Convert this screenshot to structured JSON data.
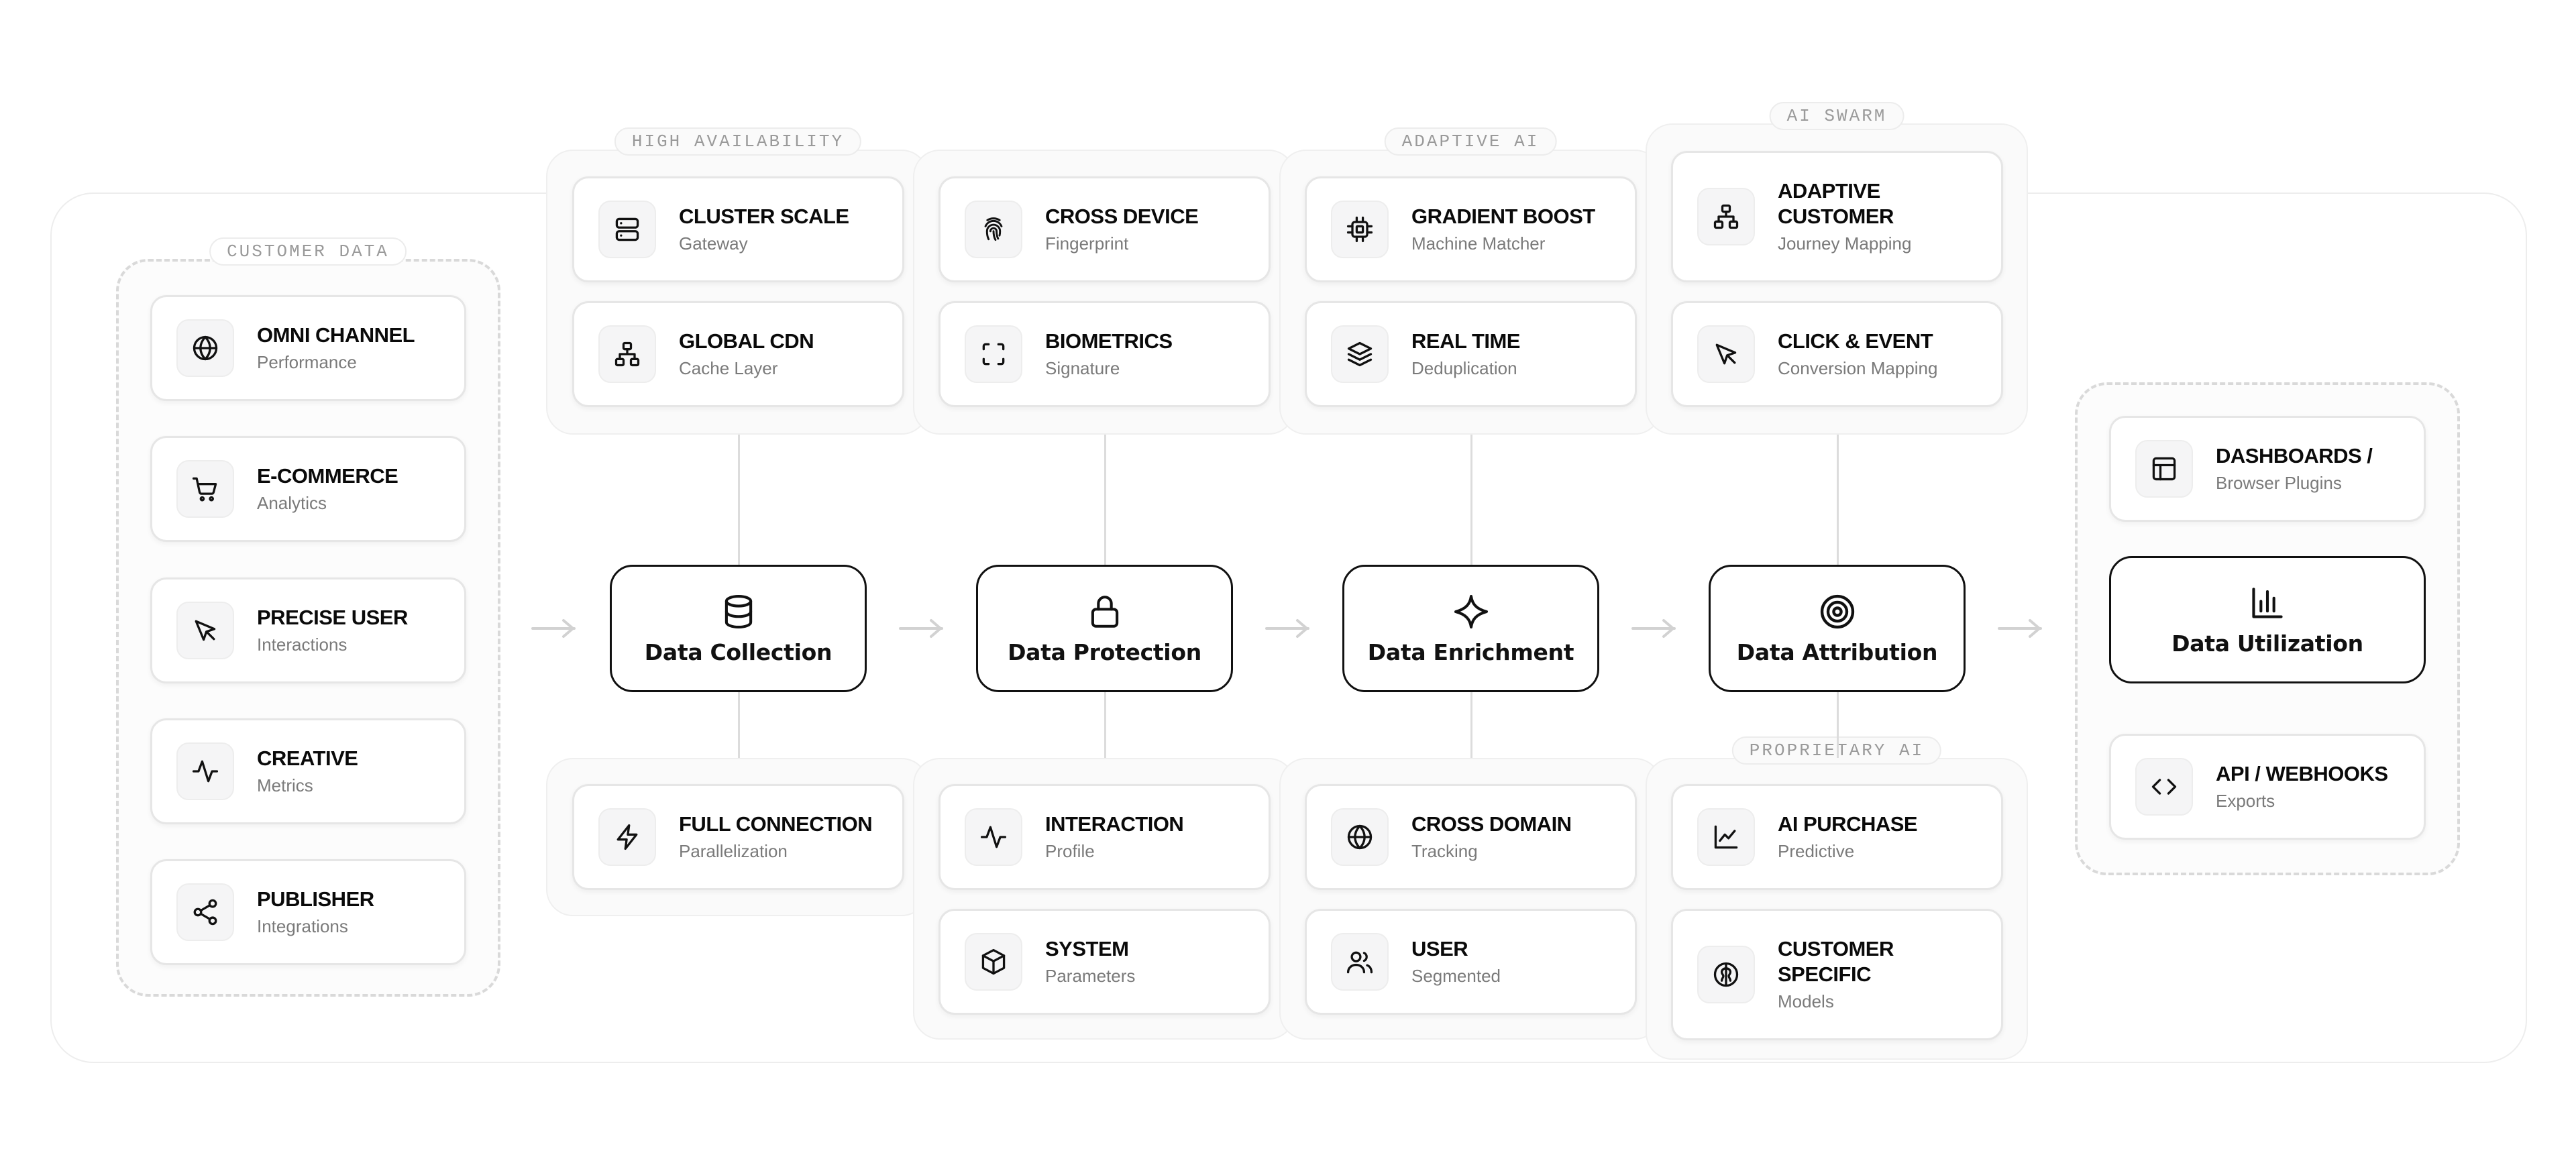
{
  "groups": {
    "customer_data": "CUSTOMER DATA",
    "high_availability": "HIGH AVAILABILITY",
    "adaptive_ai": "ADAPTIVE AI",
    "ai_swarm": "AI SWARM",
    "proprietary_ai": "PROPRIETARY AI"
  },
  "sources": [
    {
      "title": "OMNI CHANNEL",
      "sub": "Performance",
      "icon": "globe-icon"
    },
    {
      "title": "E-COMMERCE",
      "sub": "Analytics",
      "icon": "shopping-cart-icon"
    },
    {
      "title": "PRECISE USER",
      "sub": "Interactions",
      "icon": "cursor-pointer-icon"
    },
    {
      "title": "CREATIVE",
      "sub": "Metrics",
      "icon": "activity-pulse-icon"
    },
    {
      "title": "PUBLISHER",
      "sub": "Integrations",
      "icon": "share-icon"
    }
  ],
  "stages": [
    {
      "label": "Data Collection",
      "icon": "database-icon"
    },
    {
      "label": "Data Protection",
      "icon": "lock-icon"
    },
    {
      "label": "Data Enrichment",
      "icon": "sparkle-icon"
    },
    {
      "label": "Data Attribution",
      "icon": "target-icon"
    }
  ],
  "top_cards": [
    [
      {
        "title": "CLUSTER SCALE",
        "sub": "Gateway",
        "icon": "server-icon"
      },
      {
        "title": "GLOBAL CDN",
        "sub": "Cache Layer",
        "icon": "network-icon"
      }
    ],
    [
      {
        "title": "CROSS DEVICE",
        "sub": "Fingerprint",
        "icon": "fingerprint-icon"
      },
      {
        "title": "BIOMETRICS",
        "sub": "Signature",
        "icon": "scan-icon"
      }
    ],
    [
      {
        "title": "GRADIENT BOOST",
        "sub": "Machine Matcher",
        "icon": "cpu-icon"
      },
      {
        "title": "REAL TIME",
        "sub": "Deduplication",
        "icon": "layers-icon"
      }
    ],
    [
      {
        "title": "ADAPTIVE CUSTOMER",
        "sub": "Journey Mapping",
        "icon": "network-icon"
      },
      {
        "title": "CLICK & EVENT",
        "sub": "Conversion Mapping",
        "icon": "cursor-pointer-icon"
      }
    ]
  ],
  "bottom_cards": [
    [
      {
        "title": "FULL CONNECTION",
        "sub": "Parallelization",
        "icon": "lightning-icon"
      }
    ],
    [
      {
        "title": "INTERACTION",
        "sub": "Profile",
        "icon": "activity-pulse-icon"
      },
      {
        "title": "SYSTEM",
        "sub": "Parameters",
        "icon": "box-icon"
      }
    ],
    [
      {
        "title": "CROSS DOMAIN",
        "sub": "Tracking",
        "icon": "globe-icon"
      },
      {
        "title": "USER",
        "sub": "Segmented",
        "icon": "users-icon"
      }
    ],
    [
      {
        "title": "AI PURCHASE",
        "sub": "Predictive",
        "icon": "line-chart-icon"
      },
      {
        "title": "CUSTOMER SPECIFIC",
        "sub": "Models",
        "icon": "brain-icon"
      }
    ]
  ],
  "output": {
    "dashboards": {
      "title": "DASHBOARDS /",
      "sub": "Browser Plugins",
      "icon": "layout-icon"
    },
    "utilization": {
      "label": "Data Utilization",
      "icon": "bar-chart-icon"
    },
    "api": {
      "title": "API / WEBHOOKS",
      "sub": "Exports",
      "icon": "code-icon"
    }
  }
}
